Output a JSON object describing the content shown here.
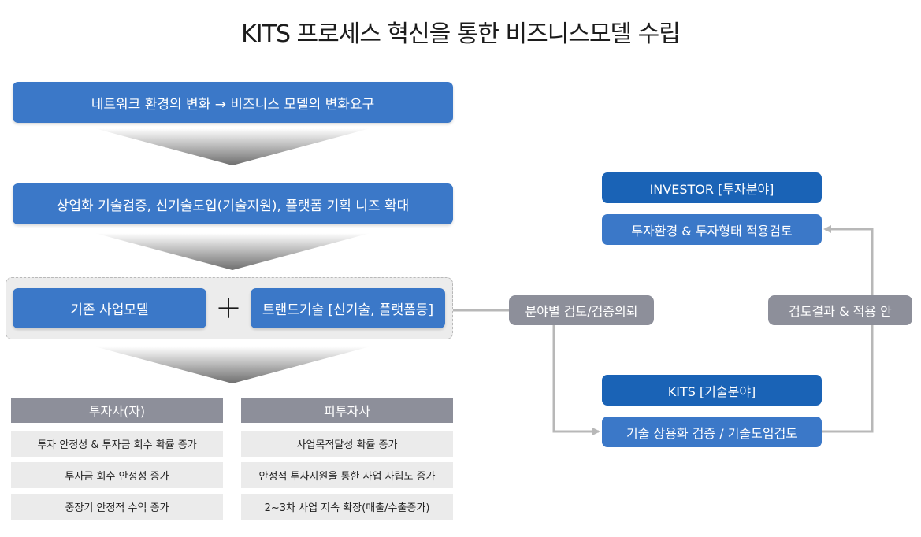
{
  "title": "KITS 프로세스 혁신을 통한 비즈니스모델 수립",
  "steps": [
    "네트워크 환경의 변화 → 비즈니스 모델의 변화요구",
    "상업화 기술검증, 신기술도입(기술지원), 플랫폼 기획 니즈 확대"
  ],
  "combine": {
    "left": "기존 사업모델",
    "plus": "+",
    "right": "트랜드기술 [신기술, 플랫폼등]"
  },
  "investor_table": {
    "header": "투자사(자)",
    "rows": [
      "투자 안정성 & 투자금 회수 확률 증가",
      "투자금 회수 안정성 증가",
      "중장기 안정적 수익 증가"
    ]
  },
  "investee_table": {
    "header": "피투자사",
    "rows": [
      "사업목적달성 확률 증가",
      "안정적 투자지원을 통한 사업 자립도 증가",
      "2~3차 사업 지속 확장(매출/수출증가)"
    ]
  },
  "flow": {
    "review_request": "분야별 검토/검증의뢰",
    "result_apply": "검토결과 & 적용 안",
    "investor_title": "INVESTOR [투자분야]",
    "investor_task": "투자환경 & 투자형태 적용검토",
    "kits_title": "KITS [기술분야]",
    "kits_task": "기술 상용화 검증 / 기술도입검토"
  },
  "colors": {
    "blue": "#3b78c8",
    "dark_blue": "#1a63b6",
    "gray": "#8d8f9a",
    "light_gray": "#ebebeb",
    "line": "#b8b8b8"
  }
}
